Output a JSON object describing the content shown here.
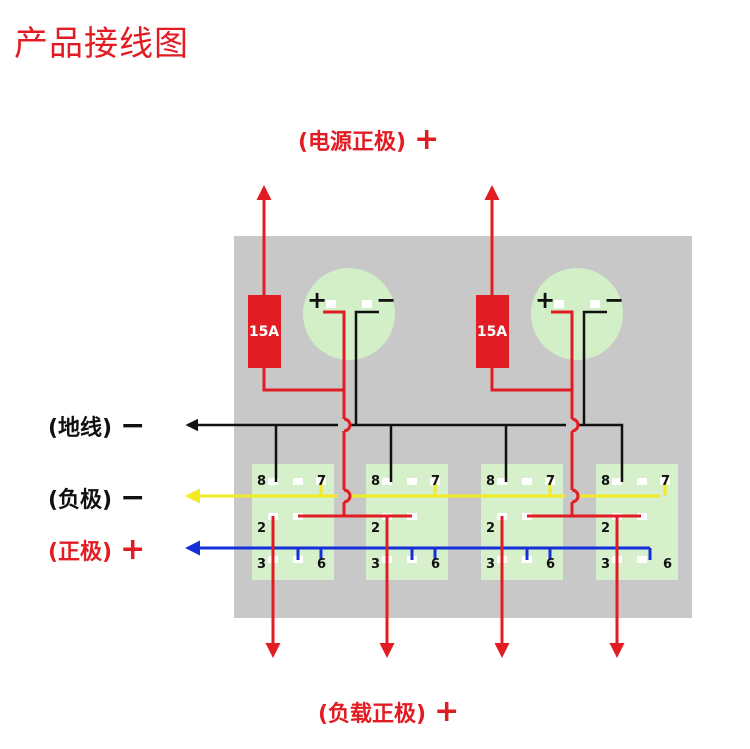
{
  "title": "产品接线图",
  "labels": {
    "power_positive": "(电源正极)",
    "power_positive_sign": "+",
    "ground": "(地线)",
    "ground_sign": "−",
    "negative": "(负极)",
    "negative_sign": "−",
    "positive": "(正极)",
    "positive_sign": "+",
    "load_positive": "(负载正极)",
    "load_positive_sign": "+"
  },
  "fuse_label": "15A",
  "meter_plus": "+",
  "meter_minus": "−",
  "pins": {
    "p8": "8",
    "p7": "7",
    "p2": "2",
    "p3": "3",
    "p6": "6"
  },
  "colors": {
    "title": "#e21c23",
    "panel": "#c8c8c8",
    "power_wire": "#e21c23",
    "ground_wire": "#111111",
    "negative_wire": "#f2ea22",
    "positive_wire": "#1530d8",
    "switch": "#d6f0cc",
    "meter": "#d3efc7",
    "fuse": "#e21c23"
  }
}
